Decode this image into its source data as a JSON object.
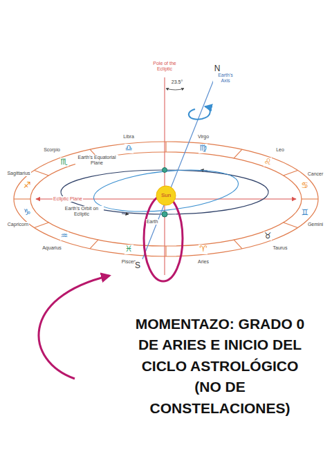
{
  "diagram": {
    "nodes": [
      {
        "text": [
          "Sun"
        ]
      }
    ],
    "labels": [
      "Pole of the Ecliptic",
      "N",
      "Earth's Axis",
      "23.5°",
      "Libra",
      "♎",
      "Virgo",
      "♍",
      "Leo",
      "♌",
      "Cancer",
      "♋",
      "Gemini",
      "♊",
      "Taurus",
      "♉",
      "Aries",
      "♈",
      "Pisces",
      "♓",
      "Aquarius",
      "♒",
      "Capricorn",
      "♑",
      "Sagittarius",
      "♐",
      "Scorpio",
      "♏",
      "Earth's Equatorial Plane",
      "Ecliptic Plane",
      "Earth's Orbit on Ecliptic",
      "Earth",
      "S",
      "MOMENTAZO: GRADO 0 DE ARIES E INICIO DEL CICLO ASTROLÓGICO (NO DE CONSTELACIONES)"
    ]
  }
}
